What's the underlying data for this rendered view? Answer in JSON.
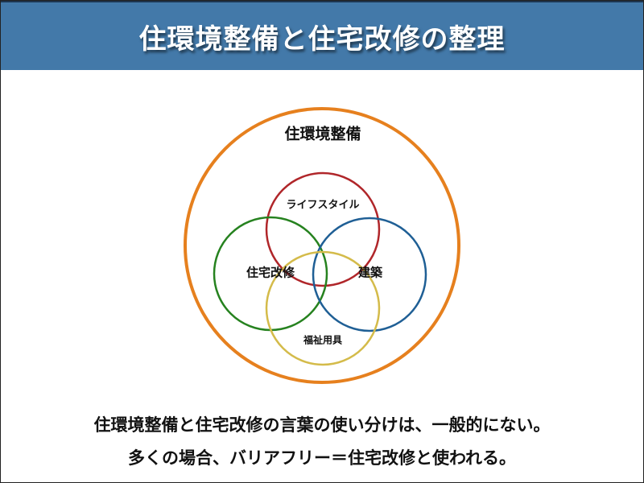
{
  "header": {
    "title": "住環境整備と住宅改修の整理"
  },
  "diagram": {
    "outer_label": "住環境整備",
    "circles": [
      {
        "label": "ライフスタイル",
        "color": "#b0262a"
      },
      {
        "label": "住宅改修",
        "color": "#26821f"
      },
      {
        "label": "建築",
        "color": "#1f5f95"
      },
      {
        "label": "福祉用具",
        "color": "#d4bb4a"
      }
    ],
    "outer_color": "#e6801e"
  },
  "notes": [
    "住環境整備と住宅改修の言葉の使い分けは、一般的にない。",
    "多くの場合、バリアフリー＝住宅改修と使われる。"
  ]
}
